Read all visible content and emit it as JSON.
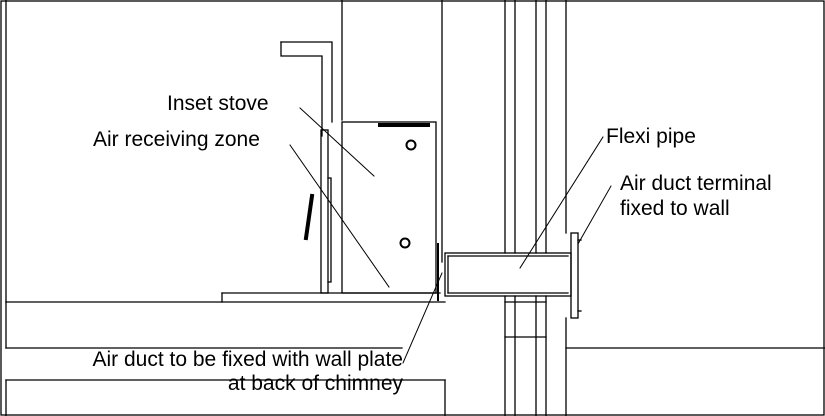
{
  "labels": {
    "inset_stove": "Inset stove",
    "air_receiving_zone": "Air receiving zone",
    "flexi_pipe": "Flexi pipe",
    "air_duct_terminal_line1": "Air duct terminal",
    "air_duct_terminal_line2": "fixed to wall",
    "air_duct_wall_plate_line1": "Air duct to be fixed with wall plate",
    "air_duct_wall_plate_line2": "at back of chimney"
  }
}
